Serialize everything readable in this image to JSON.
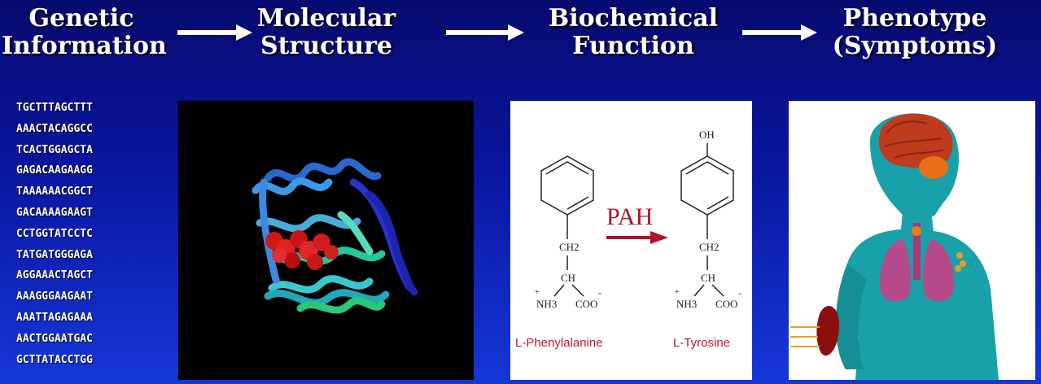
{
  "headings": {
    "genetic": [
      "Genetic",
      "Information"
    ],
    "molecular": [
      "Molecular",
      "Structure"
    ],
    "biochemical": [
      "Biochemical",
      "Function"
    ],
    "phenotype": [
      "Phenotype",
      "(Symptoms)"
    ]
  },
  "sequence": [
    "TGCTTTAGCTTT",
    "AAACTACAGGCC",
    "TCACTGGAGCTA",
    "GAGACAAGAAGG",
    "TAAAAAACGGCT",
    "GACAAAAGAAGT",
    "CCTGGTATCCTC",
    "TATGATGGGAGA",
    "AGGAAACTAGCT",
    "AAAGGGAAGAAT",
    "AAATTAGAGAAA",
    "AACTGGAATGAC",
    "GCTTATACCTGG"
  ],
  "reaction": {
    "enzyme": "PAH",
    "substrate_name": "L-Phenylalanine",
    "product_name": "L-Tyrosine",
    "oh": "OH",
    "ch2": "CH2",
    "ch": "CH",
    "nh3": "NH3",
    "coo": "COO",
    "plus": "+",
    "minus": "-"
  },
  "colors": {
    "background_top": "#070a6e",
    "background_bottom": "#1438d8",
    "enzyme_red": "#b0122a",
    "label_red": "#c01830",
    "body_teal": "#1aa0a8"
  },
  "icons": {
    "protein": "protein-ribbon-structure",
    "person": "human-silhouette-organs"
  }
}
